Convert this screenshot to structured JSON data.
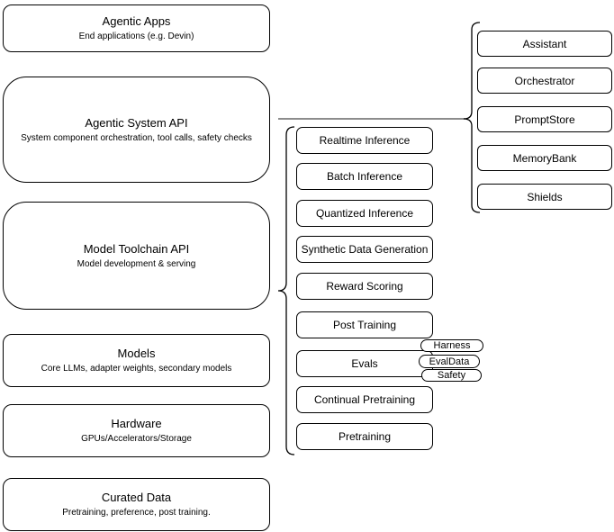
{
  "diagram": {
    "left_column": [
      {
        "title": "Agentic Apps",
        "subtitle": "End applications (e.g. Devin)"
      },
      {
        "title": "Agentic System API",
        "subtitle": "System component orchestration, tool calls, safety checks"
      },
      {
        "title": "Model Toolchain API",
        "subtitle": "Model development & serving"
      },
      {
        "title": "Models",
        "subtitle": "Core LLMs, adapter weights, secondary models"
      },
      {
        "title": "Hardware",
        "subtitle": "GPUs/Accelerators/Storage"
      },
      {
        "title": "Curated Data",
        "subtitle": "Pretraining, preference, post training."
      }
    ],
    "middle_column": [
      "Realtime Inference",
      "Batch Inference",
      "Quantized Inference",
      "Synthetic Data Generation",
      "Reward Scoring",
      "Post Training",
      "Evals",
      "Continual Pretraining",
      "Pretraining"
    ],
    "eval_tags": [
      "Harness",
      "EvalData",
      "Safety"
    ],
    "right_column": [
      "Assistant",
      "Orchestrator",
      "PromptStore",
      "MemoryBank",
      "Shields"
    ],
    "colors": {
      "box_border": "#000000",
      "box_fill": "#ffffff",
      "connector_line": "#666666",
      "background": "#ffffff"
    }
  }
}
